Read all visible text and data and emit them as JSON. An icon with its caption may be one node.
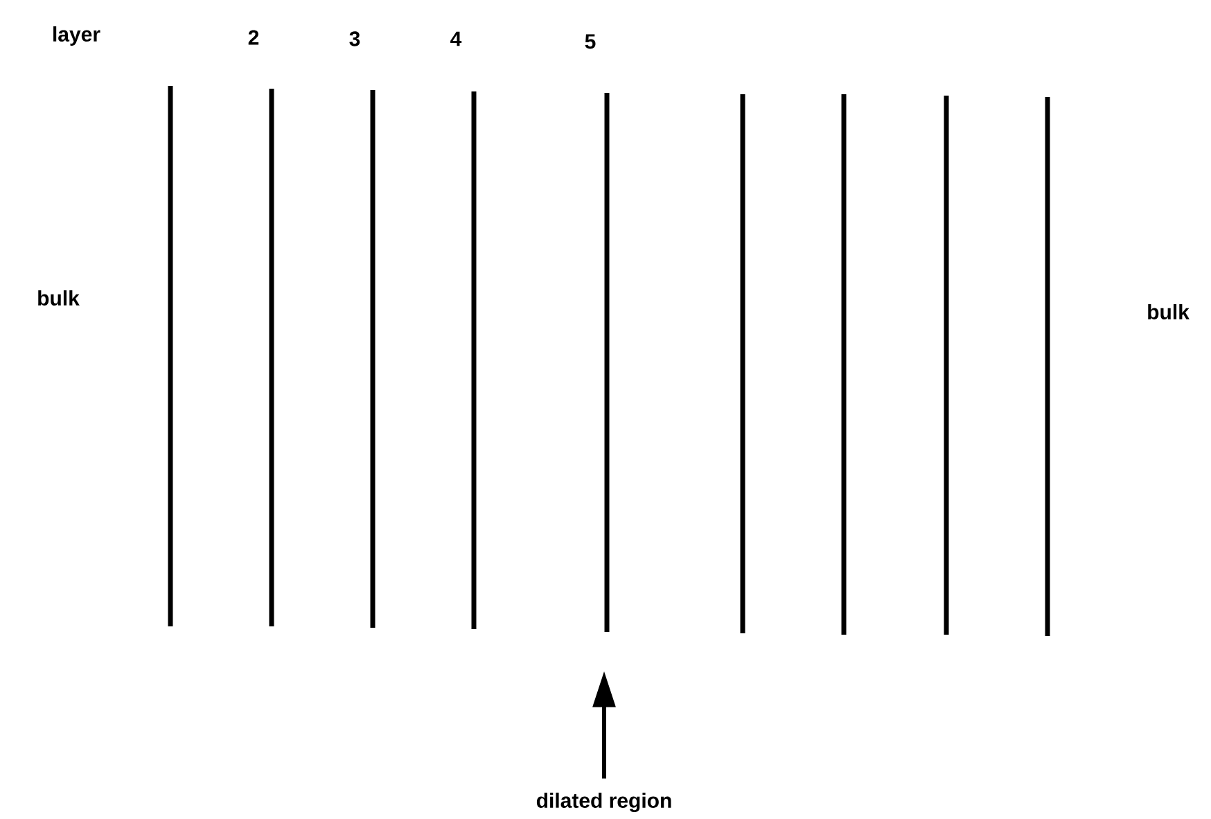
{
  "diagram": {
    "nodes": [
      {
        "text": [],
        "shape": "line"
      },
      {
        "text": [],
        "shape": "line"
      },
      {
        "text": [],
        "shape": "line"
      },
      {
        "text": [],
        "shape": "line"
      },
      {
        "text": [],
        "shape": "line"
      },
      {
        "text": [],
        "shape": "line"
      },
      {
        "text": [],
        "shape": "line"
      },
      {
        "text": [],
        "shape": "line"
      },
      {
        "text": [],
        "shape": "line"
      },
      {
        "text": [
          "dilated region"
        ]
      }
    ],
    "edges": [
      {
        "from": 9,
        "to": 4,
        "arrow": "to"
      }
    ],
    "labels": [
      "layer",
      "2",
      "3",
      "4",
      "5",
      "bulk",
      "bulk"
    ]
  }
}
